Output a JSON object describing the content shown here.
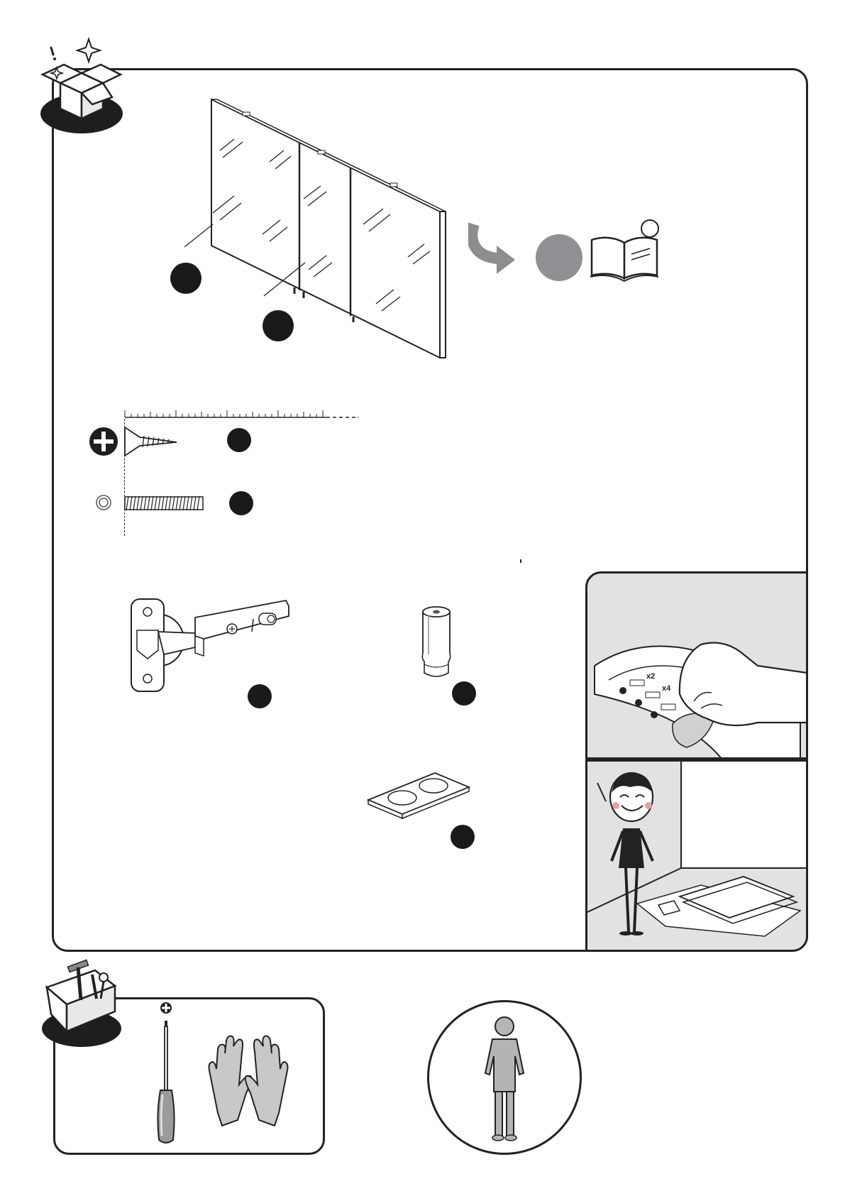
{
  "package_contents": {
    "mirror_panels": {
      "callouts": [
        "",
        ""
      ]
    },
    "see_manual": {
      "badge": ""
    },
    "screws": [
      {
        "head": "phillips-icon",
        "callout": ""
      },
      {
        "head": "ring-icon",
        "callout": ""
      }
    ],
    "hardware": [
      {
        "part": "hinge",
        "callout": ""
      },
      {
        "part": "cylinder-connector",
        "callout": ""
      },
      {
        "part": "mounting-plate",
        "callout": ""
      }
    ],
    "tip_card": {
      "labels": [
        "x2",
        "x4"
      ]
    }
  },
  "tools": {
    "screwdriver": "phillips-screwdriver-icon",
    "gloves": "gloves-icon"
  },
  "persons_required": {
    "icon": "person-icon"
  }
}
